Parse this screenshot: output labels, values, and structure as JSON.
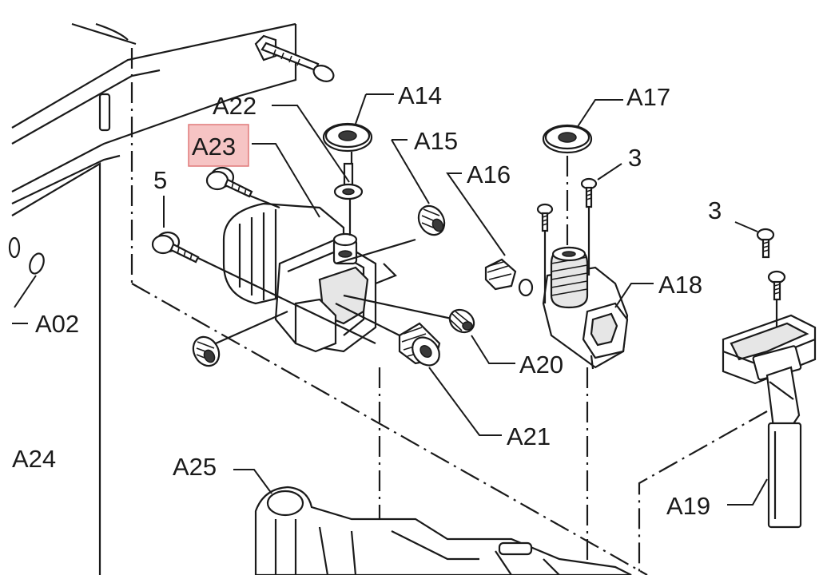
{
  "labels": {
    "a02": "A02",
    "a14": "A14",
    "a15": "A15",
    "a16": "A16",
    "a17": "A17",
    "a18": "A18",
    "a19": "A19",
    "a20": "A20",
    "a21": "A21",
    "a22": "A22",
    "a23": "A23",
    "a24": "A24",
    "a25": "A25",
    "screw3_upper": "3",
    "screw3_right": "3",
    "screw5": "5"
  },
  "highlight": {
    "label": "A23",
    "fill_color": "#f6c4c4",
    "border_color": "#e07a7a"
  },
  "colors": {
    "ink": "#1a1a1a",
    "background": "#ffffff"
  }
}
